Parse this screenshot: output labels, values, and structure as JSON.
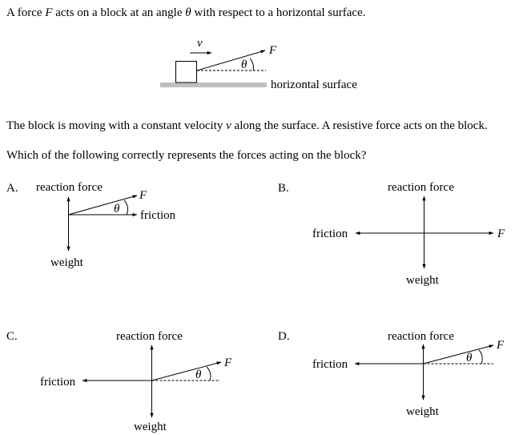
{
  "question": {
    "intro": {
      "pre": "A force ",
      "var_F": "F",
      "mid": " acts on a block at an angle ",
      "var_theta": "θ",
      "post": " with respect to a horizontal surface."
    },
    "figure": {
      "v_label": "v",
      "F_label": "F",
      "theta_label": "θ",
      "surface_label": "horizontal surface"
    },
    "statement": {
      "pre": "The block is moving with a constant velocity ",
      "var_v": "v",
      "post": " along the surface.  A resistive force acts on the block."
    },
    "prompt": "Which of the following correctly represents the forces acting on the block?"
  },
  "options": [
    {
      "letter": "A.",
      "reaction": "reaction force",
      "weight": "weight",
      "friction": "friction",
      "F": "F",
      "theta": "θ",
      "friction_direction": "right",
      "F_angle": "above horizontal"
    },
    {
      "letter": "B.",
      "reaction": "reaction force",
      "weight": "weight",
      "friction": "friction",
      "F": "F",
      "friction_direction": "left",
      "F_angle": "horizontal"
    },
    {
      "letter": "C.",
      "reaction": "reaction force",
      "weight": "weight",
      "friction": "friction",
      "F": "F",
      "theta": "θ",
      "friction_direction": "left",
      "F_angle": "above horizontal"
    },
    {
      "letter": "D.",
      "reaction": "reaction force",
      "weight": "weight",
      "friction": "friction",
      "F": "F",
      "theta": "θ",
      "friction_direction": "left",
      "F_angle": "above horizontal"
    }
  ]
}
